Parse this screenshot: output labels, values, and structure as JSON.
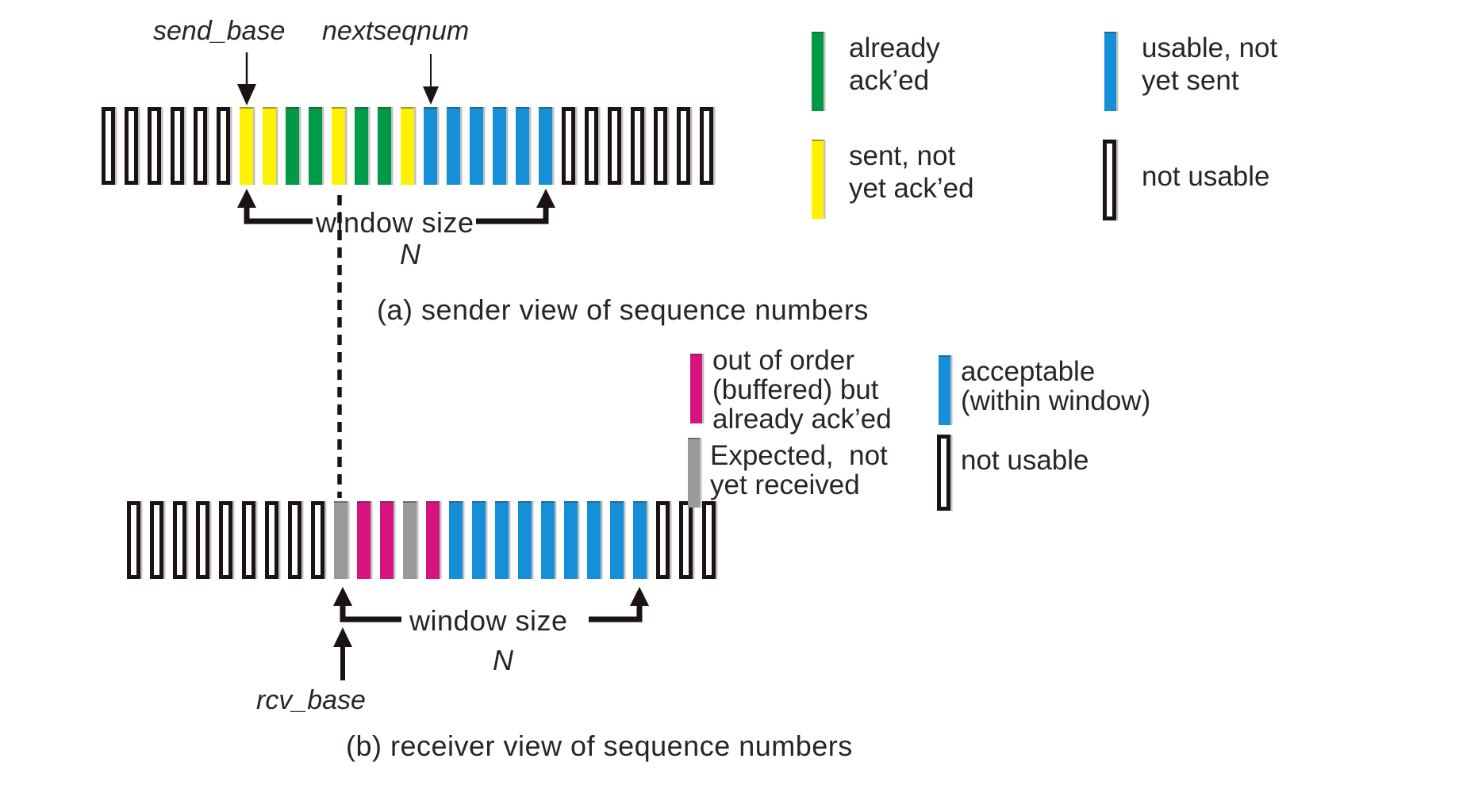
{
  "colors": {
    "green": "#009945",
    "yellow": "#FFF200",
    "blue": "#1590D8",
    "magenta": "#D6137F",
    "gray": "#9A9A9A",
    "outline": "#1A1215",
    "text": "#2A2426"
  },
  "sender": {
    "send_base_label": "send_base",
    "nextseqnum_label": "nextseqnum",
    "window_size_label": "window size",
    "window_n_label": "N",
    "caption": "(a) sender view of sequence numbers",
    "bars": [
      "open",
      "open",
      "open",
      "open",
      "open",
      "open",
      "yellow",
      "yellow",
      "green",
      "green",
      "yellow",
      "green",
      "green",
      "yellow",
      "blue",
      "blue",
      "blue",
      "blue",
      "blue",
      "blue",
      "open",
      "open",
      "open",
      "open",
      "open",
      "open",
      "open"
    ]
  },
  "receiver": {
    "rcv_base_label": "rcv_base",
    "window_size_label": "window size",
    "window_n_label": "N",
    "caption": "(b) receiver view of sequence numbers",
    "bars": [
      "open",
      "open",
      "open",
      "open",
      "open",
      "open",
      "open",
      "open",
      "open",
      "gray",
      "magenta",
      "magenta",
      "gray",
      "magenta",
      "blue",
      "blue",
      "blue",
      "blue",
      "blue",
      "blue",
      "blue",
      "blue",
      "blue",
      "open",
      "open",
      "open"
    ]
  },
  "sender_legend": [
    {
      "color": "green",
      "label": "already\nack’ed"
    },
    {
      "color": "blue",
      "label": "usable, not\nyet sent"
    },
    {
      "color": "yellow",
      "label": "sent, not\nyet ack’ed"
    },
    {
      "color": "open",
      "label": "not usable"
    }
  ],
  "receiver_legend": [
    {
      "color": "magenta",
      "label": "out of order\n(buffered) but\nalready ack’ed"
    },
    {
      "color": "blue",
      "label": "acceptable\n(within window)"
    },
    {
      "color": "gray",
      "label": "Expected,  not\nyet received"
    },
    {
      "color": "open",
      "label": "not usable"
    }
  ]
}
